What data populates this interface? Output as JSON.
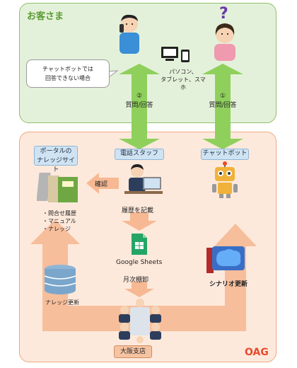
{
  "customer_panel": {
    "title": "お客さま"
  },
  "callout": {
    "line1": "チャットボットでは",
    "line2": "回答できない場合"
  },
  "devices_label": {
    "line1": "パソコン、",
    "line2": "タブレット、スマホ"
  },
  "flow_left": {
    "num": "②",
    "text": "質問/回答"
  },
  "flow_right": {
    "num": "①",
    "text": "質問/回答"
  },
  "portal_tag": {
    "line1": "ポータルの",
    "line2": "ナレッジサイト"
  },
  "phone_staff_tag": "電話スタッフ",
  "chatbot_tag": "チャットボット",
  "confirm_label": "確認",
  "record_label": "履歴を記載",
  "portal_list": [
    "・問合せ履歴",
    "・マニュアル",
    "・ナレッジ"
  ],
  "sheets_label": "Google Sheets",
  "monthly_label": "月次棚卸",
  "scenario_label": "シナリオ更新",
  "knowledge_label": "ナレッジ更新",
  "office_tag": "大阪支店",
  "org_label": "OAG",
  "colors": {
    "customer_bg": "#e4f1da",
    "oag_bg": "#fde9dc",
    "green_arrow": "#8fd05c",
    "orange_arrow": "#f6b993",
    "oag_red": "#e84a2a"
  }
}
